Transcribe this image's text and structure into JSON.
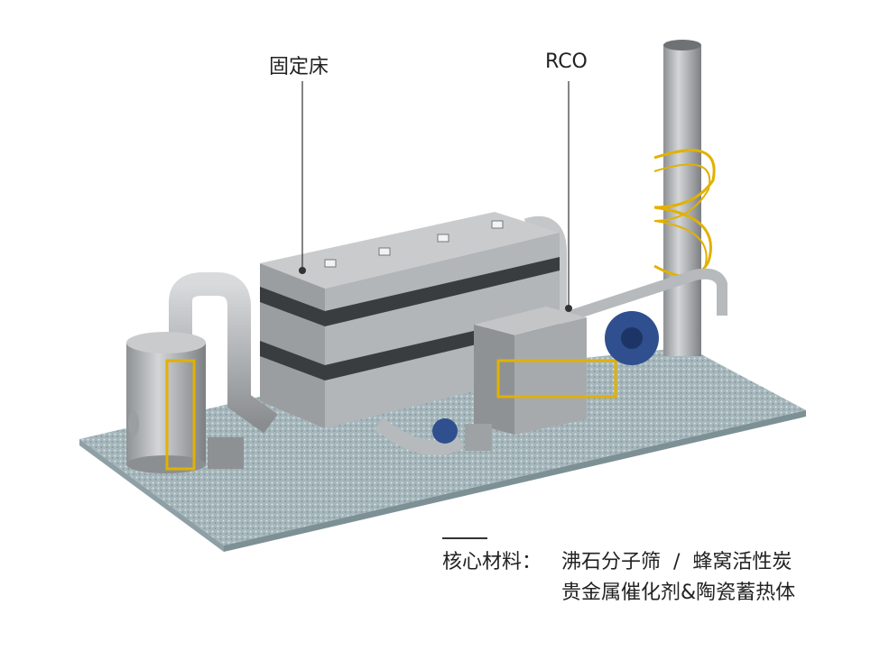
{
  "labels": {
    "fixed_bed": "固定床",
    "rco": "RCO"
  },
  "caption": {
    "prefix": "核心材料：",
    "line1": "沸石分子筛  /  蜂窝活性炭",
    "line2": "贵金属催化剂&陶瓷蓄热体"
  },
  "colors": {
    "equipment": "#a9acaf",
    "ground": "#9fb1b6",
    "fan": "#2f4f8f",
    "ladder": "#e2b100"
  }
}
